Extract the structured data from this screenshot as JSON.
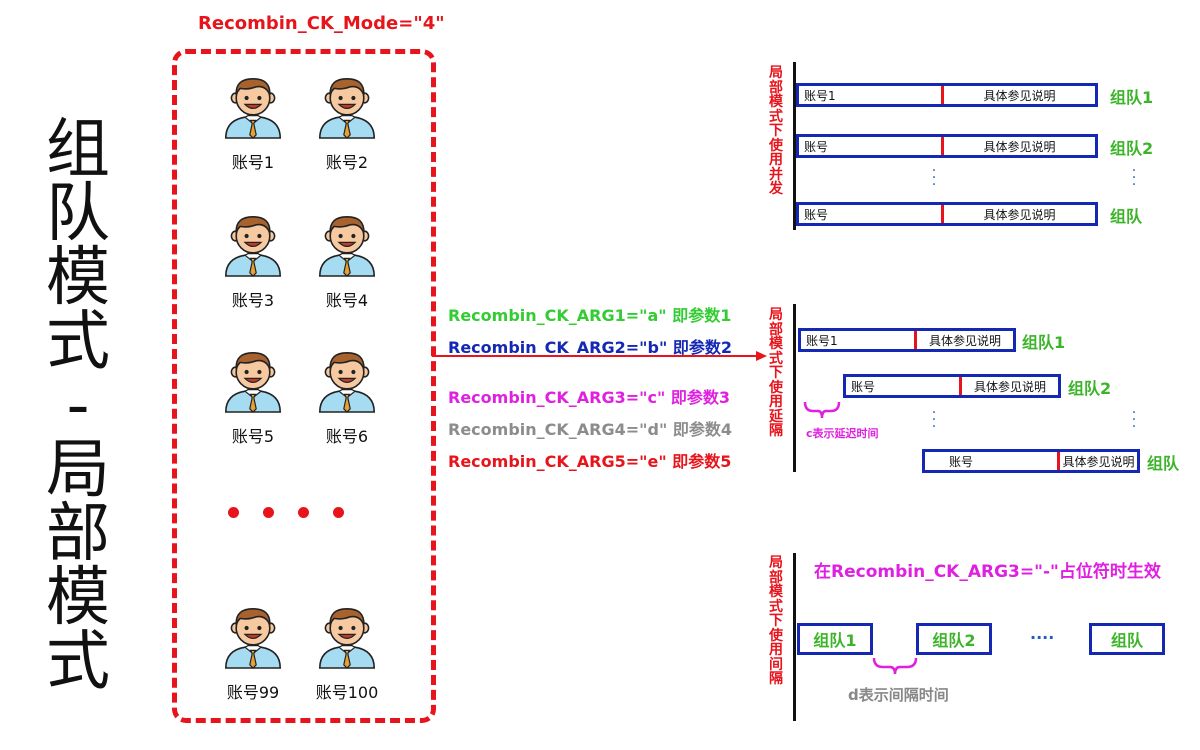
{
  "title_chars": [
    "组",
    "队",
    "模",
    "式",
    "-",
    "局",
    "部",
    "模",
    "式"
  ],
  "mode_label": "Recombin_CK_Mode=\"4\"",
  "accounts": [
    "账号1",
    "账号2",
    "账号3",
    "账号4",
    "账号5",
    "账号6",
    "账号99",
    "账号100"
  ],
  "args": [
    {
      "text": "Recombin_CK_ARG1=\"a\" 即参数1",
      "color": "#33cc33"
    },
    {
      "text": "Recombin_CK_ARG2=\"b\" 即参数2",
      "color": "#1428b4"
    },
    {
      "text": "Recombin_CK_ARG3=\"c\" 即参数3",
      "color": "#e020e0"
    },
    {
      "text": "Recombin_CK_ARG4=\"d\" 即参数4",
      "color": "#8c8c8c"
    },
    {
      "text": "Recombin_CK_ARG5=\"e\" 即参数5",
      "color": "#e8141c"
    }
  ],
  "panel1": {
    "side_label": [
      "局",
      "部",
      "模",
      "式",
      "下",
      "使",
      "用",
      "并",
      "发"
    ],
    "rows": [
      {
        "left": "账号1",
        "right": "具体参见说明",
        "team": "组队1"
      },
      {
        "left": "账号",
        "right": "具体参见说明",
        "team": "组队2"
      },
      {
        "left": "账号",
        "right": "具体参见说明",
        "team": "组队"
      }
    ]
  },
  "panel2": {
    "side_label": [
      "局",
      "部",
      "模",
      "式",
      "下",
      "使",
      "用",
      "延",
      "隔"
    ],
    "rows": [
      {
        "left": "账号1",
        "right": "具体参见说明",
        "team": "组队1"
      },
      {
        "left": "账号",
        "right": "具体参见说明",
        "team": "组队2"
      },
      {
        "left": "账号",
        "right": "具体参见说明",
        "team": "组队"
      }
    ],
    "delay_note": "c表示延迟时间"
  },
  "panel3": {
    "side_label": [
      "局",
      "部",
      "模",
      "式",
      "下",
      "使",
      "用",
      "间",
      "隔"
    ],
    "condition": "在Recombin_CK_ARG3=\"-\"占位符时生效",
    "teams": [
      "组队1",
      "组队2",
      "组队"
    ],
    "ellipsis": "····",
    "interval_note": "d表示间隔时间"
  }
}
